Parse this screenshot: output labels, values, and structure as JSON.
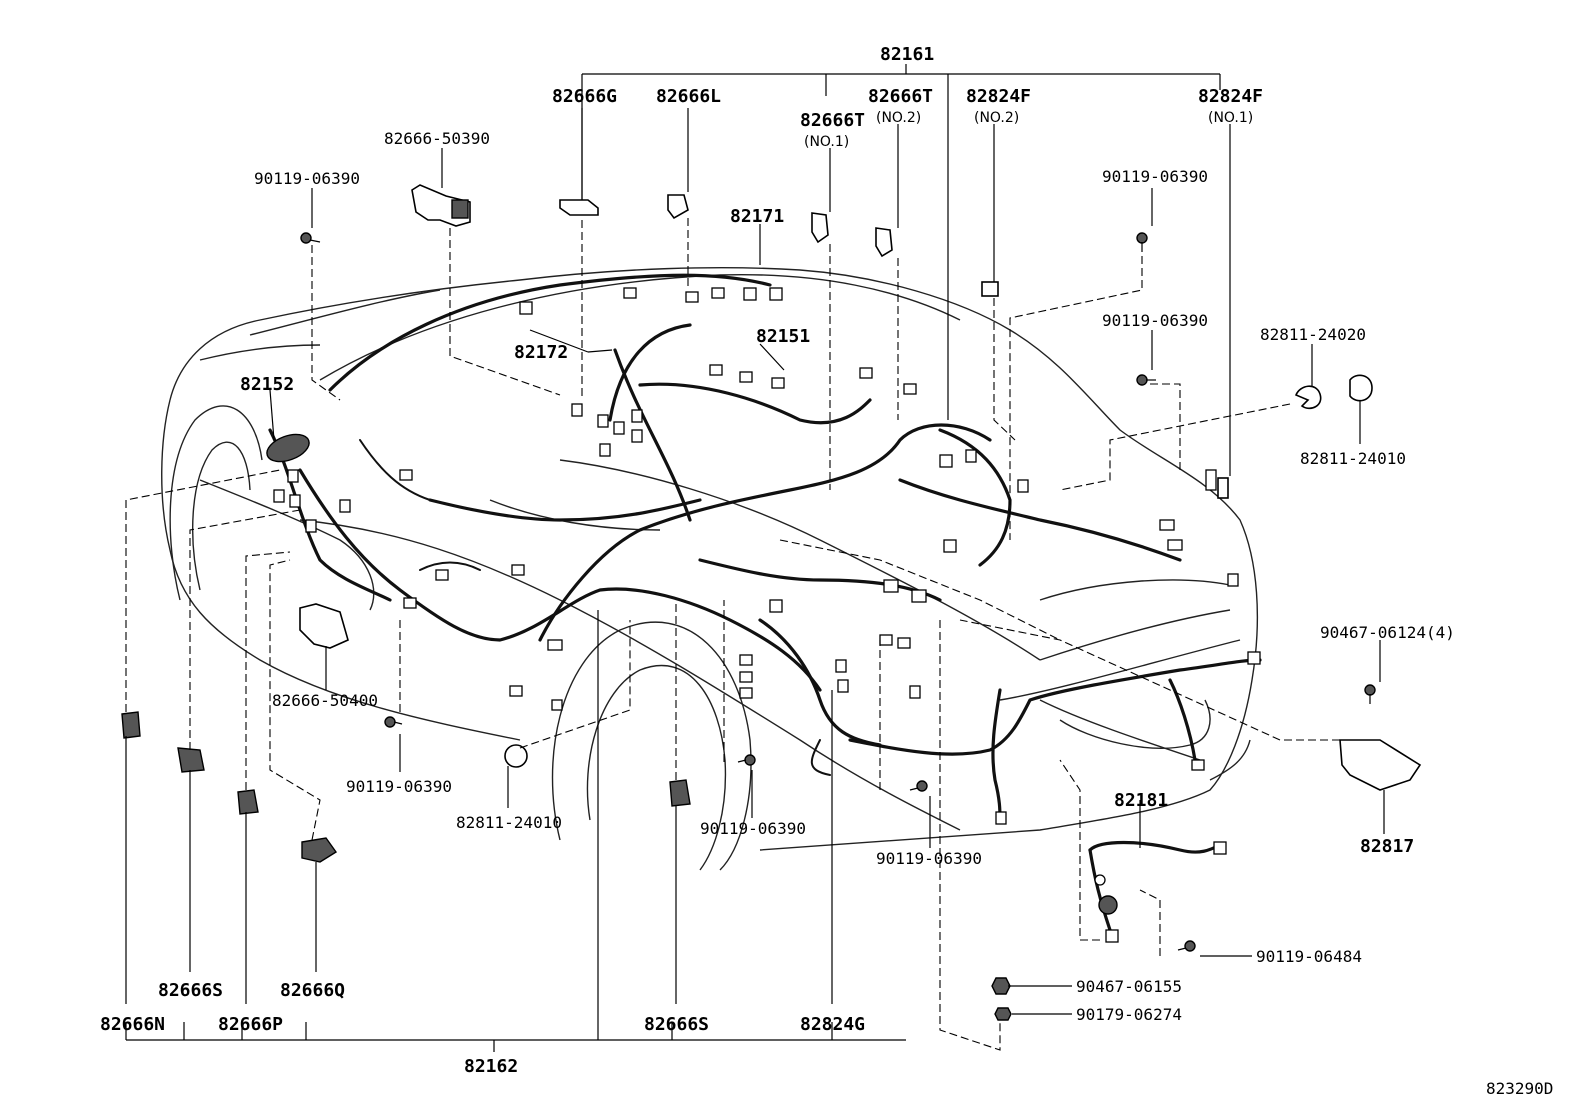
{
  "diagram_id": "823290D",
  "labels": {
    "p82161": "82161",
    "p82162": "82162",
    "p82666G": "82666G",
    "p82666L": "82666L",
    "p82666T_no1": "82666T",
    "p82666T_no1_sub": "(NO.1)",
    "p82666T_no2": "82666T",
    "p82666T_no2_sub": "(NO.2)",
    "p82824F_no2": "82824F",
    "p82824F_no2_sub": "(NO.2)",
    "p82824F_no1": "82824F",
    "p82824F_no1_sub": "(NO.1)",
    "p82666_50390": "82666-50390",
    "p90119_06390_tl": "90119-06390",
    "p82171": "82171",
    "p82172": "82172",
    "p82151": "82151",
    "p82152": "82152",
    "p90119_06390_tr": "90119-06390",
    "p90119_06390_r2": "90119-06390",
    "p82811_24020": "82811-24020",
    "p82811_24010_r": "82811-24010",
    "p90467_06124": "90467-06124(4)",
    "p82817": "82817",
    "p82666_50400": "82666-50400",
    "p90119_06390_bl": "90119-06390",
    "p82811_24010_b": "82811-24010",
    "p90119_06390_bm": "90119-06390",
    "p90119_06390_br": "90119-06390",
    "p82181": "82181",
    "p90119_06484": "90119-06484",
    "p90467_06155": "90467-06155",
    "p90179_06274": "90179-06274",
    "p82666S_l": "82666S",
    "p82666Q": "82666Q",
    "p82666N": "82666N",
    "p82666P": "82666P",
    "p82666S_m": "82666S",
    "p82824G": "82824G"
  }
}
